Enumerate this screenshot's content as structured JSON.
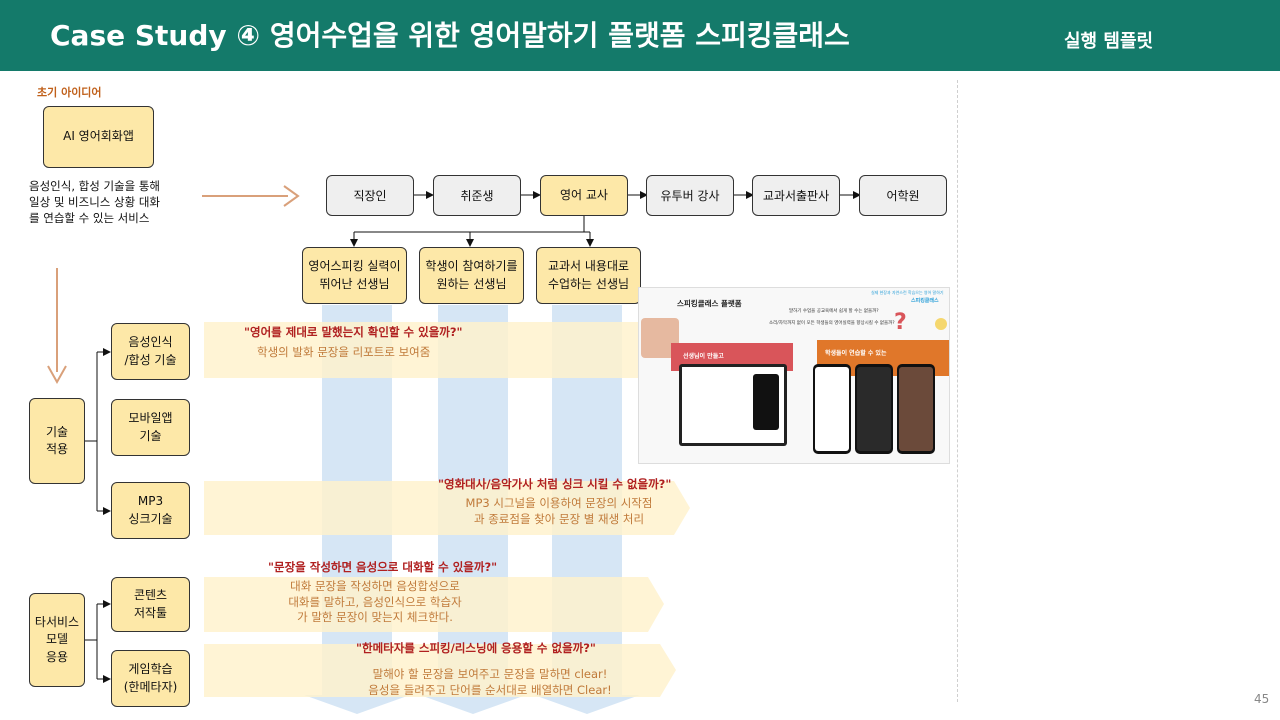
{
  "header": {
    "title": "Case Study ④ 영어수업을 위한 영어말하기 플랫폼 스피킹클래스",
    "tag": "실행 템플릿"
  },
  "initial": {
    "label": "초기 아이디어",
    "app": "AI 영어회화앱",
    "description": "음성인식, 합성 기술을 통해\n일상 및 비즈니스 상황 대화\n를 연습할 수 있는 서비스"
  },
  "targets": [
    "직장인",
    "취준생",
    "영어 교사",
    "유투버 강사",
    "교과서출판사",
    "어학원"
  ],
  "teacher_types": [
    "영어스피킹 실력이\n뛰어난 선생님",
    "학생이 참여하기를\n원하는 선생님",
    "교과서 내용대로\n수업하는 선생님"
  ],
  "tech": {
    "group": "기술\n적용",
    "items": [
      "음성인식\n/합성 기술",
      "모바일앱\n기술",
      "MP3\n싱크기술"
    ]
  },
  "other": {
    "group": "타서비스\n모델\n응용",
    "items": [
      "콘텐츠\n저작툴",
      "게임학습\n(한메타자)"
    ]
  },
  "bands": [
    {
      "question": "\"영어를 제대로 말했는지 확인할 수 있을까?\"",
      "answer": "학생의 발화 문장을 리포트로 보여줌"
    },
    {
      "question": "\"영화대사/음악가사 처럼 싱크 시킬 수 없을까?\"",
      "answer": "MP3 시그널을 이용하여 문장의 시작점\n과 종료점을 찾아 문장 별 재생 처리"
    },
    {
      "question": "\"문장을 작성하면 음성으로 대화할 수 있을까?\"",
      "answer": "대화 문장을 작성하면 음성합성으로\n대화를 말하고, 음성인식으로 학습자\n가 말한 문장이 맞는지 체크한다."
    },
    {
      "question": "\"한메타자를 스피킹/리스닝에 응용할 수 없을까?\"",
      "answer": "말해야 할 문장을 보여주고 문장을 말하면 clear!\n음성을 들려주고 단어를 순서대로 배열하면 Clear!"
    }
  ],
  "screenshot": {
    "title": "스피킹클래스 플랫폼",
    "top_text": "실제 현장과 자연스런 학습으는 영어 말하기",
    "logo": "스피킹클래스",
    "question1": "말하기 수업을 공교육에서 쉽게 할 수는 없을까?",
    "question2": "소리/자막까지 없이 모든 학생들의 영어실력을 향상시킬 수 없을까?",
    "left_banner": "선생님이 만들고",
    "right_banner": "학생들이 연습할 수 있는"
  },
  "page_number": "45",
  "colors": {
    "header": "#147a6a",
    "box_yellow": "#fde8a8",
    "box_gray": "#efefef",
    "blue_arrow": "#d6e6f5",
    "band": "#fff6dc",
    "question_red": "#b02020",
    "answer_orange": "#c07a3a"
  }
}
